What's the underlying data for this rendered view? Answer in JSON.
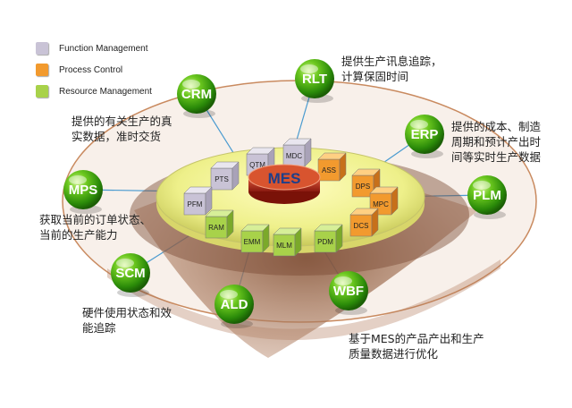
{
  "legend": [
    {
      "label": "Function Management",
      "color": "#c9c3d6"
    },
    {
      "label": "Process Control",
      "color": "#f29a2e"
    },
    {
      "label": "Resource Management",
      "color": "#a8d24a"
    }
  ],
  "center": {
    "label": "MES"
  },
  "nodes": [
    {
      "label": "CRM"
    },
    {
      "label": "RLT"
    },
    {
      "label": "ERP"
    },
    {
      "label": "MPS"
    },
    {
      "label": "PLM"
    },
    {
      "label": "SCM"
    },
    {
      "label": "ALD"
    },
    {
      "label": "WBF"
    }
  ],
  "modules": {
    "function": [
      "PTS",
      "QTM",
      "MDC",
      "PFM"
    ],
    "process": [
      "ASS",
      "DPS",
      "MPC",
      "DCS"
    ],
    "resource": [
      "RAM",
      "EMM",
      "MLM",
      "PDM"
    ]
  },
  "notes": {
    "rlt": "提供生产讯息追踪，\n计算保固时间",
    "crm": "提供的有关生产的真\n实数据，准时交货",
    "erp": "提供的成本、制造\n周期和预计产出时\n间等实时生产数据",
    "mps": "获取当前的订单状态、\n当前的生产能力",
    "scm": "硬件使用状态和效\n能追踪",
    "wbf": "基于MES的产品产出和生产\n质量数据进行优化"
  }
}
